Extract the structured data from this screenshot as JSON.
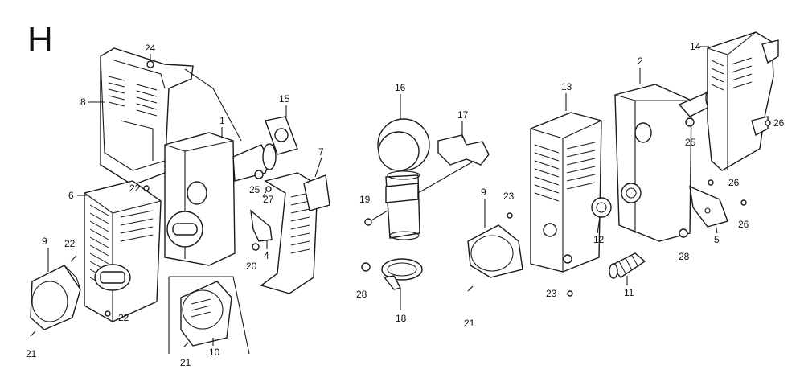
{
  "diagram": {
    "section_letter": "H",
    "labels": [
      {
        "id": "l1",
        "text": "1"
      },
      {
        "id": "l2",
        "text": "2"
      },
      {
        "id": "l4",
        "text": "4"
      },
      {
        "id": "l5",
        "text": "5"
      },
      {
        "id": "l6",
        "text": "6"
      },
      {
        "id": "l7",
        "text": "7"
      },
      {
        "id": "l8",
        "text": "8"
      },
      {
        "id": "l9a",
        "text": "9"
      },
      {
        "id": "l9b",
        "text": "9"
      },
      {
        "id": "l10",
        "text": "10"
      },
      {
        "id": "l11",
        "text": "11"
      },
      {
        "id": "l12",
        "text": "12"
      },
      {
        "id": "l13",
        "text": "13"
      },
      {
        "id": "l14",
        "text": "14"
      },
      {
        "id": "l15",
        "text": "15"
      },
      {
        "id": "l16",
        "text": "16"
      },
      {
        "id": "l17",
        "text": "17"
      },
      {
        "id": "l18",
        "text": "18"
      },
      {
        "id": "l19",
        "text": "19"
      },
      {
        "id": "l20",
        "text": "20"
      },
      {
        "id": "l21a",
        "text": "21"
      },
      {
        "id": "l21b",
        "text": "21"
      },
      {
        "id": "l21c",
        "text": "21"
      },
      {
        "id": "l22a",
        "text": "22"
      },
      {
        "id": "l22b",
        "text": "22"
      },
      {
        "id": "l22c",
        "text": "22"
      },
      {
        "id": "l23a",
        "text": "23"
      },
      {
        "id": "l23b",
        "text": "23"
      },
      {
        "id": "l24",
        "text": "24"
      },
      {
        "id": "l25a",
        "text": "25"
      },
      {
        "id": "l25b",
        "text": "25"
      },
      {
        "id": "l26a",
        "text": "26"
      },
      {
        "id": "l26b",
        "text": "26"
      },
      {
        "id": "l26c",
        "text": "26"
      },
      {
        "id": "l27",
        "text": "27"
      },
      {
        "id": "l28a",
        "text": "28"
      },
      {
        "id": "l28b",
        "text": "28"
      }
    ]
  }
}
